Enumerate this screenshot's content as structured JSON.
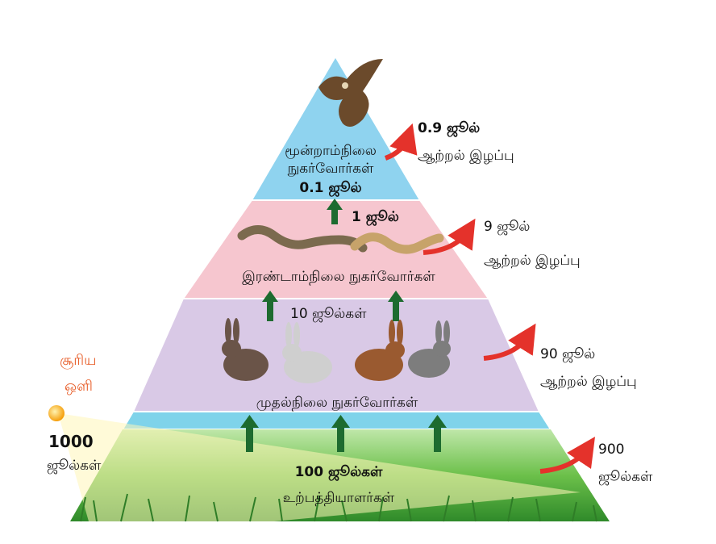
{
  "levels": {
    "tertiary": {
      "name_line1": "மூன்றாம்நிலை",
      "name_line2": "நுகர்வோர்கள்",
      "energy": "0.1 ஜூல்",
      "loss_value": "0.9 ஜூல்",
      "loss_label": "ஆற்றல் இழப்பு"
    },
    "secondary": {
      "transfer": "1 ஜூல்",
      "name": "இரண்டாம்நிலை நுகர்வோர்கள்",
      "loss_value": "9 ஜூல்",
      "loss_label": "ஆற்றல் இழப்பு"
    },
    "primary": {
      "transfer": "10 ஜூல்கள்",
      "name": "முதல்நிலை நுகர்வோர்கள்",
      "loss_value": "90 ஜூல்",
      "loss_label": "ஆற்றல் இழப்பு"
    },
    "producers": {
      "transfer": "100 ஜூல்கள்",
      "name": "உற்பத்தியாளர்கள்",
      "loss_value": "900",
      "loss_label": "ஜூல்கள்"
    }
  },
  "sun": {
    "label_line1": "சூரிய",
    "label_line2": "ஒளி",
    "energy_value": "1000",
    "energy_unit": "ஜூல்கள்"
  },
  "colors": {
    "tertiary": "#8fd3ef",
    "secondary": "#f6c6cf",
    "primary": "#d9c9e6",
    "band": "#7fd3ea",
    "grass": "#3c9a35",
    "arrow_up": "#1d6b2f",
    "arrow_loss": "#e4322b",
    "sun": "#f9b233",
    "sun_text": "#e8602c"
  },
  "icons": [
    "eagle-icon",
    "snake-icon",
    "rabbit-icon",
    "sun-icon",
    "up-arrow-icon",
    "energy-loss-arrow-icon",
    "grass-icon"
  ]
}
